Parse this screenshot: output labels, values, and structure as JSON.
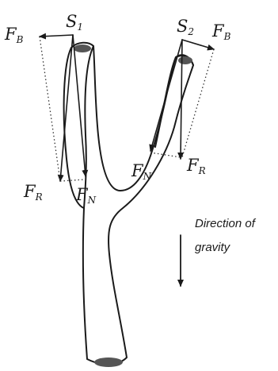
{
  "labels": {
    "s1_main": "S",
    "s1_sub": "1",
    "s2_main": "S",
    "s2_sub": "2",
    "fb_left_main": "F",
    "fb_left_sub": "B",
    "fb_right_main": "F",
    "fb_right_sub": "B",
    "fr_left_main": "F",
    "fr_left_sub": "R",
    "fn_left_main": "F",
    "fn_left_sub": "N",
    "fn_right_main": "F",
    "fn_right_sub": "N",
    "fr_right_main": "F",
    "fr_right_sub": "R"
  },
  "gravity": {
    "line1": "Direction of",
    "line2": "gravity"
  }
}
